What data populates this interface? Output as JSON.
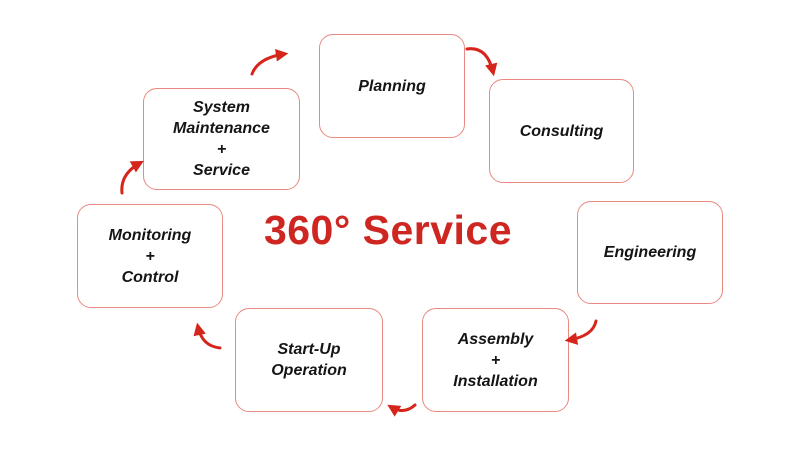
{
  "title": {
    "text": "360° Service",
    "color": "#ce2620"
  },
  "colors": {
    "box_border": "#e9897f",
    "box_text": "#151515",
    "arrow": "#d5261c",
    "background": "#ffffff"
  },
  "steps": {
    "planning": {
      "lines": [
        "Planning"
      ]
    },
    "consulting": {
      "lines": [
        "Consulting"
      ]
    },
    "engineering": {
      "lines": [
        "Engineering"
      ]
    },
    "assembly": {
      "lines": [
        "Assembly",
        "+",
        "Installation"
      ]
    },
    "startup": {
      "lines": [
        "Start-Up",
        "Operation"
      ]
    },
    "monitoring": {
      "lines": [
        "Monitoring",
        "+",
        "Control"
      ]
    },
    "maintenance": {
      "lines": [
        "System Maintenance",
        "+",
        "Service"
      ]
    }
  },
  "flow": [
    {
      "from": "Planning",
      "to": "Consulting"
    },
    {
      "from": "Engineering",
      "to": "Assembly + Installation"
    },
    {
      "from": "Assembly + Installation",
      "to": "Start-Up Operation"
    },
    {
      "from": "Start-Up Operation",
      "to": "Monitoring + Control"
    },
    {
      "from": "Monitoring + Control",
      "to": "System Maintenance + Service"
    },
    {
      "from": "System Maintenance + Service",
      "to": "Planning"
    }
  ]
}
